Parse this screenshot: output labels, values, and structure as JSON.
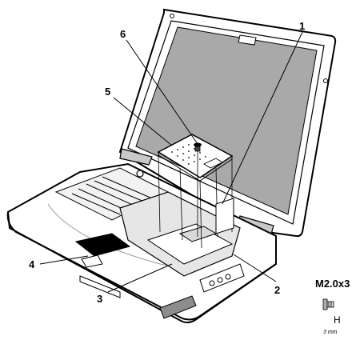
{
  "callouts": [
    {
      "id": 1,
      "label": "1"
    },
    {
      "id": 2,
      "label": "2"
    },
    {
      "id": 3,
      "label": "3"
    },
    {
      "id": 4,
      "label": "4"
    },
    {
      "id": 5,
      "label": "5"
    },
    {
      "id": 6,
      "label": "6"
    }
  ],
  "screw_legend": {
    "size_label": "M2.0x3",
    "height_mark": "H",
    "length_label": "3 mm"
  }
}
